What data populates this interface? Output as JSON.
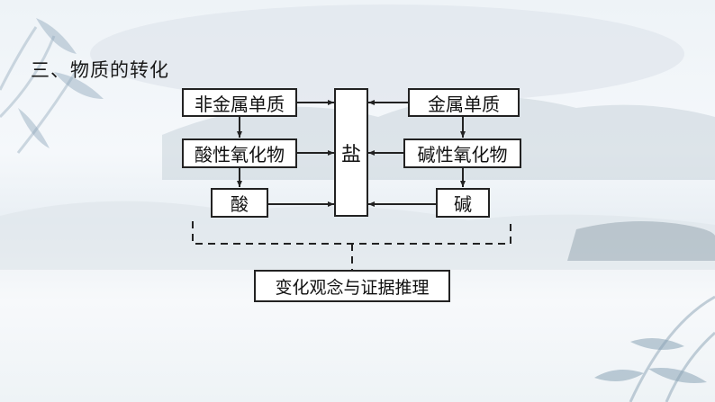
{
  "section_title": "三、物质的转化",
  "nodes": {
    "nonmetal": "非金属单质",
    "acidic_oxide": "酸性氧化物",
    "acid": "酸",
    "salt": "盐",
    "metal": "金属单质",
    "basic_oxide": "碱性氧化物",
    "base": "碱",
    "concept": "变化观念与证据推理"
  },
  "colors": {
    "line": "#222222",
    "box_fill": "#ffffff"
  }
}
